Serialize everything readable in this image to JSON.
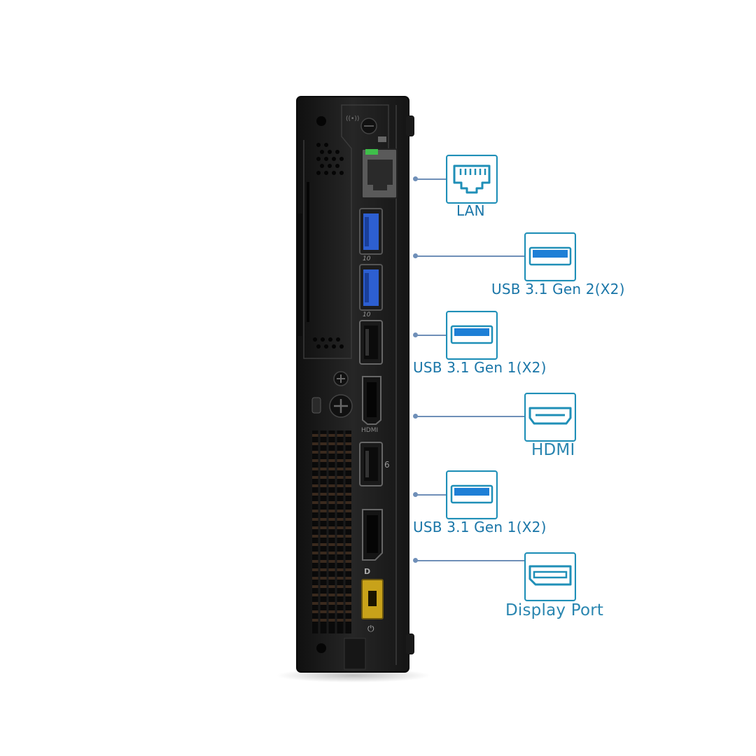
{
  "colors": {
    "label_text": "#1a76a8",
    "icon_border": "#1f8fb7",
    "icon_fill": "#1e7fd6",
    "connector_line": "#6f8fb8",
    "chassis": "#1f1f1f",
    "power_port": "#c8a21a"
  },
  "ports": [
    {
      "label": "LAN",
      "icon": "rj45-icon"
    },
    {
      "label": "USB 3.1 Gen 2(X2)",
      "icon": "usb-port-icon"
    },
    {
      "label": "USB 3.1 Gen 1(X2)",
      "icon": "usb-port-icon"
    },
    {
      "label": "HDMI",
      "icon": "hdmi-port-icon"
    },
    {
      "label": "USB 3.1 Gen 1(X2)",
      "icon": "usb-port-icon"
    },
    {
      "label": "Display Port",
      "icon": "displayport-icon"
    }
  ],
  "device": {
    "usb_speed_marks": [
      "10",
      "10"
    ],
    "port_number_mark": "6",
    "hdmi_mark": "HDMI"
  }
}
